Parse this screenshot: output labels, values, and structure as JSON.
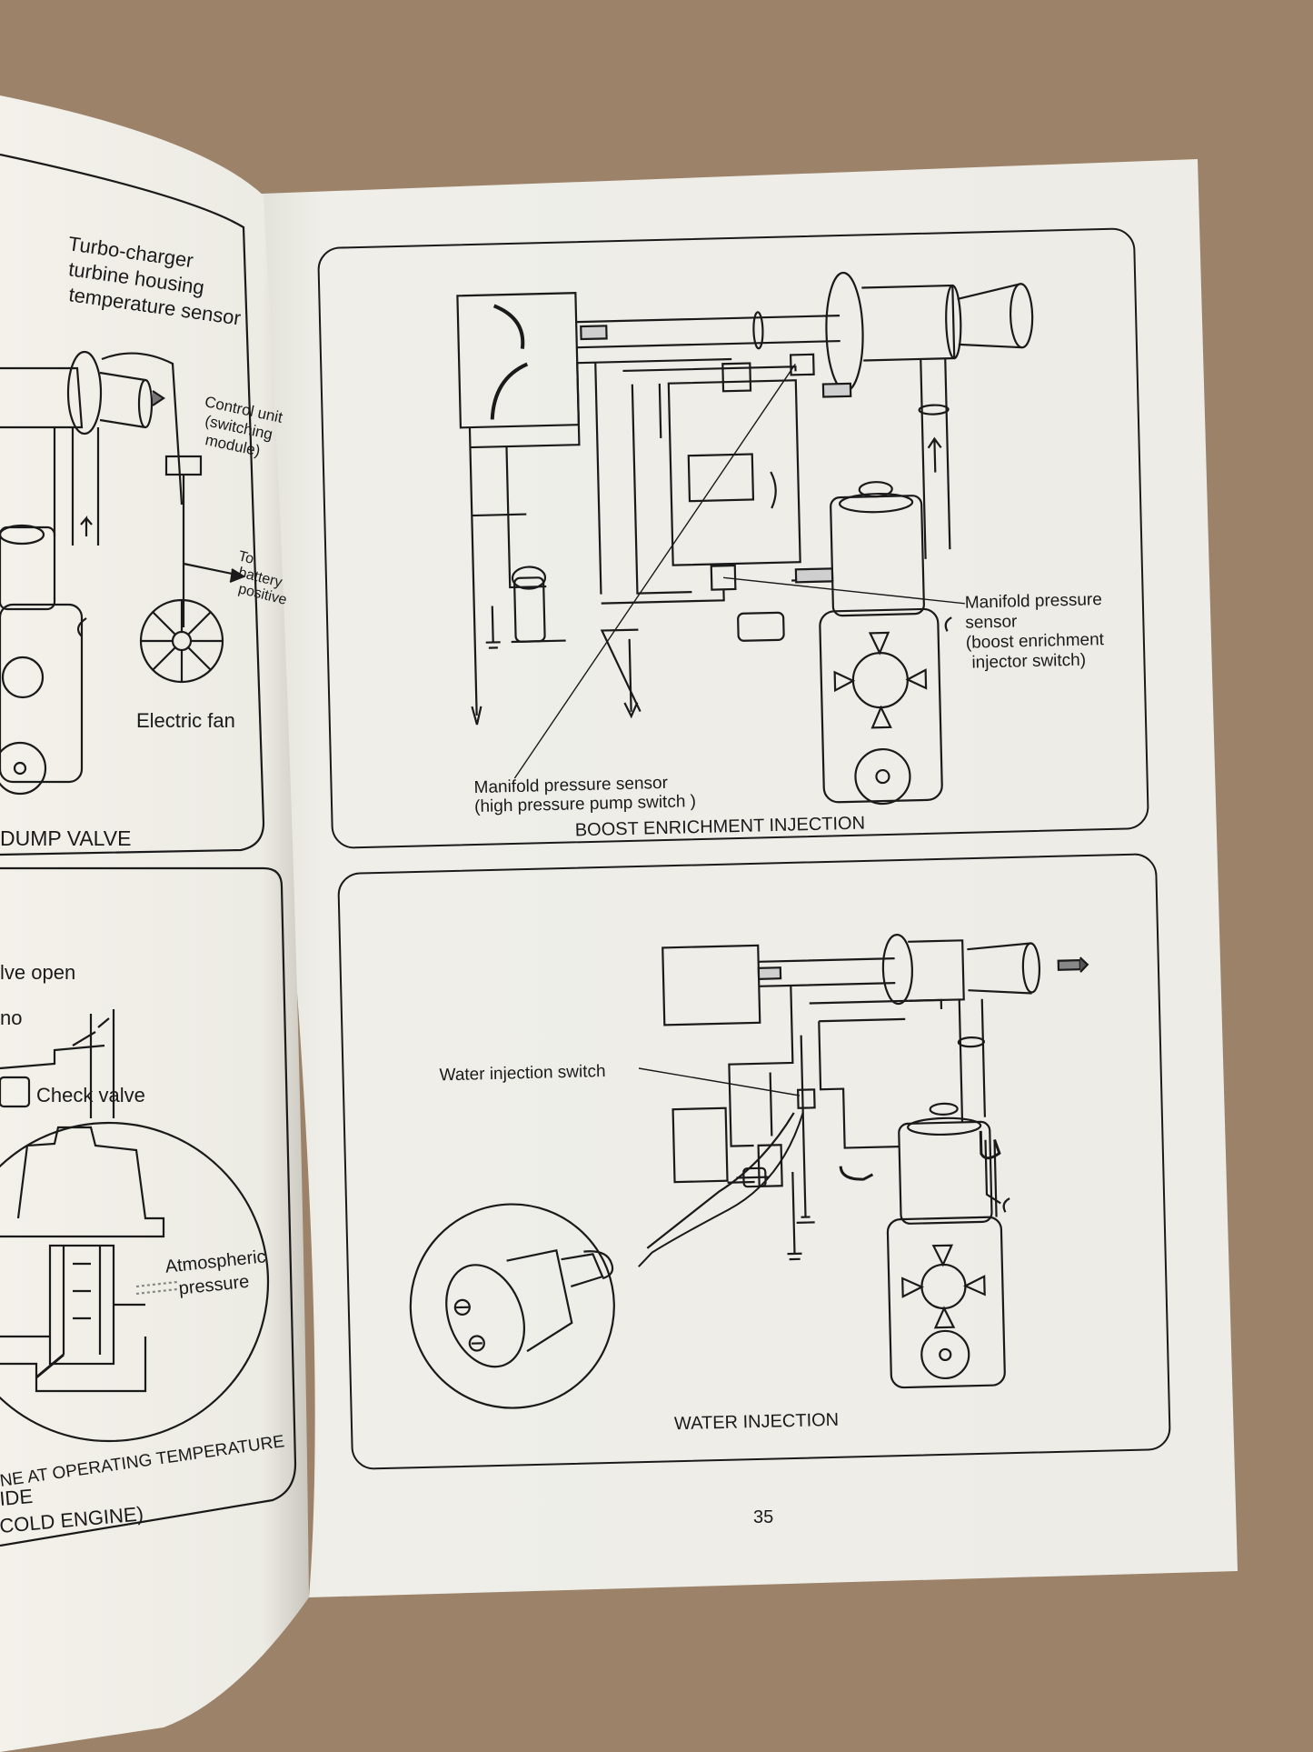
{
  "left_page": {
    "turbo_sensor_label": [
      "Turbo-charger",
      "turbine housing",
      "temperature sensor"
    ],
    "control_unit_label": [
      "Control unit",
      "(switching",
      "module)"
    ],
    "battery_label": [
      "To",
      "battery",
      "positive"
    ],
    "electric_fan_label": "Electric fan",
    "top_caption": "DUMP VALVE",
    "valve_open_label": "lve open",
    "no_label": "no",
    "check_valve_label": "Check valve",
    "atmospheric_label": [
      "Atmospheric",
      "pressure"
    ],
    "bottom_caption_line1": "NE AT OPERATING TEMPERATURE",
    "bottom_caption_line2": "IDE",
    "bottom_caption_line3": "COLD ENGINE)"
  },
  "right_page": {
    "boost_panel": {
      "manifold_boost_label": [
        "Manifold pressure",
        "sensor",
        "(boost enrichment",
        "injector switch)"
      ],
      "manifold_pump_label": [
        "Manifold pressure sensor",
        "(high pressure pump switch )"
      ],
      "caption": "BOOST ENRICHMENT INJECTION"
    },
    "water_panel": {
      "switch_label": "Water injection  switch",
      "caption": "WATER INJECTION"
    },
    "page_number": "35"
  }
}
